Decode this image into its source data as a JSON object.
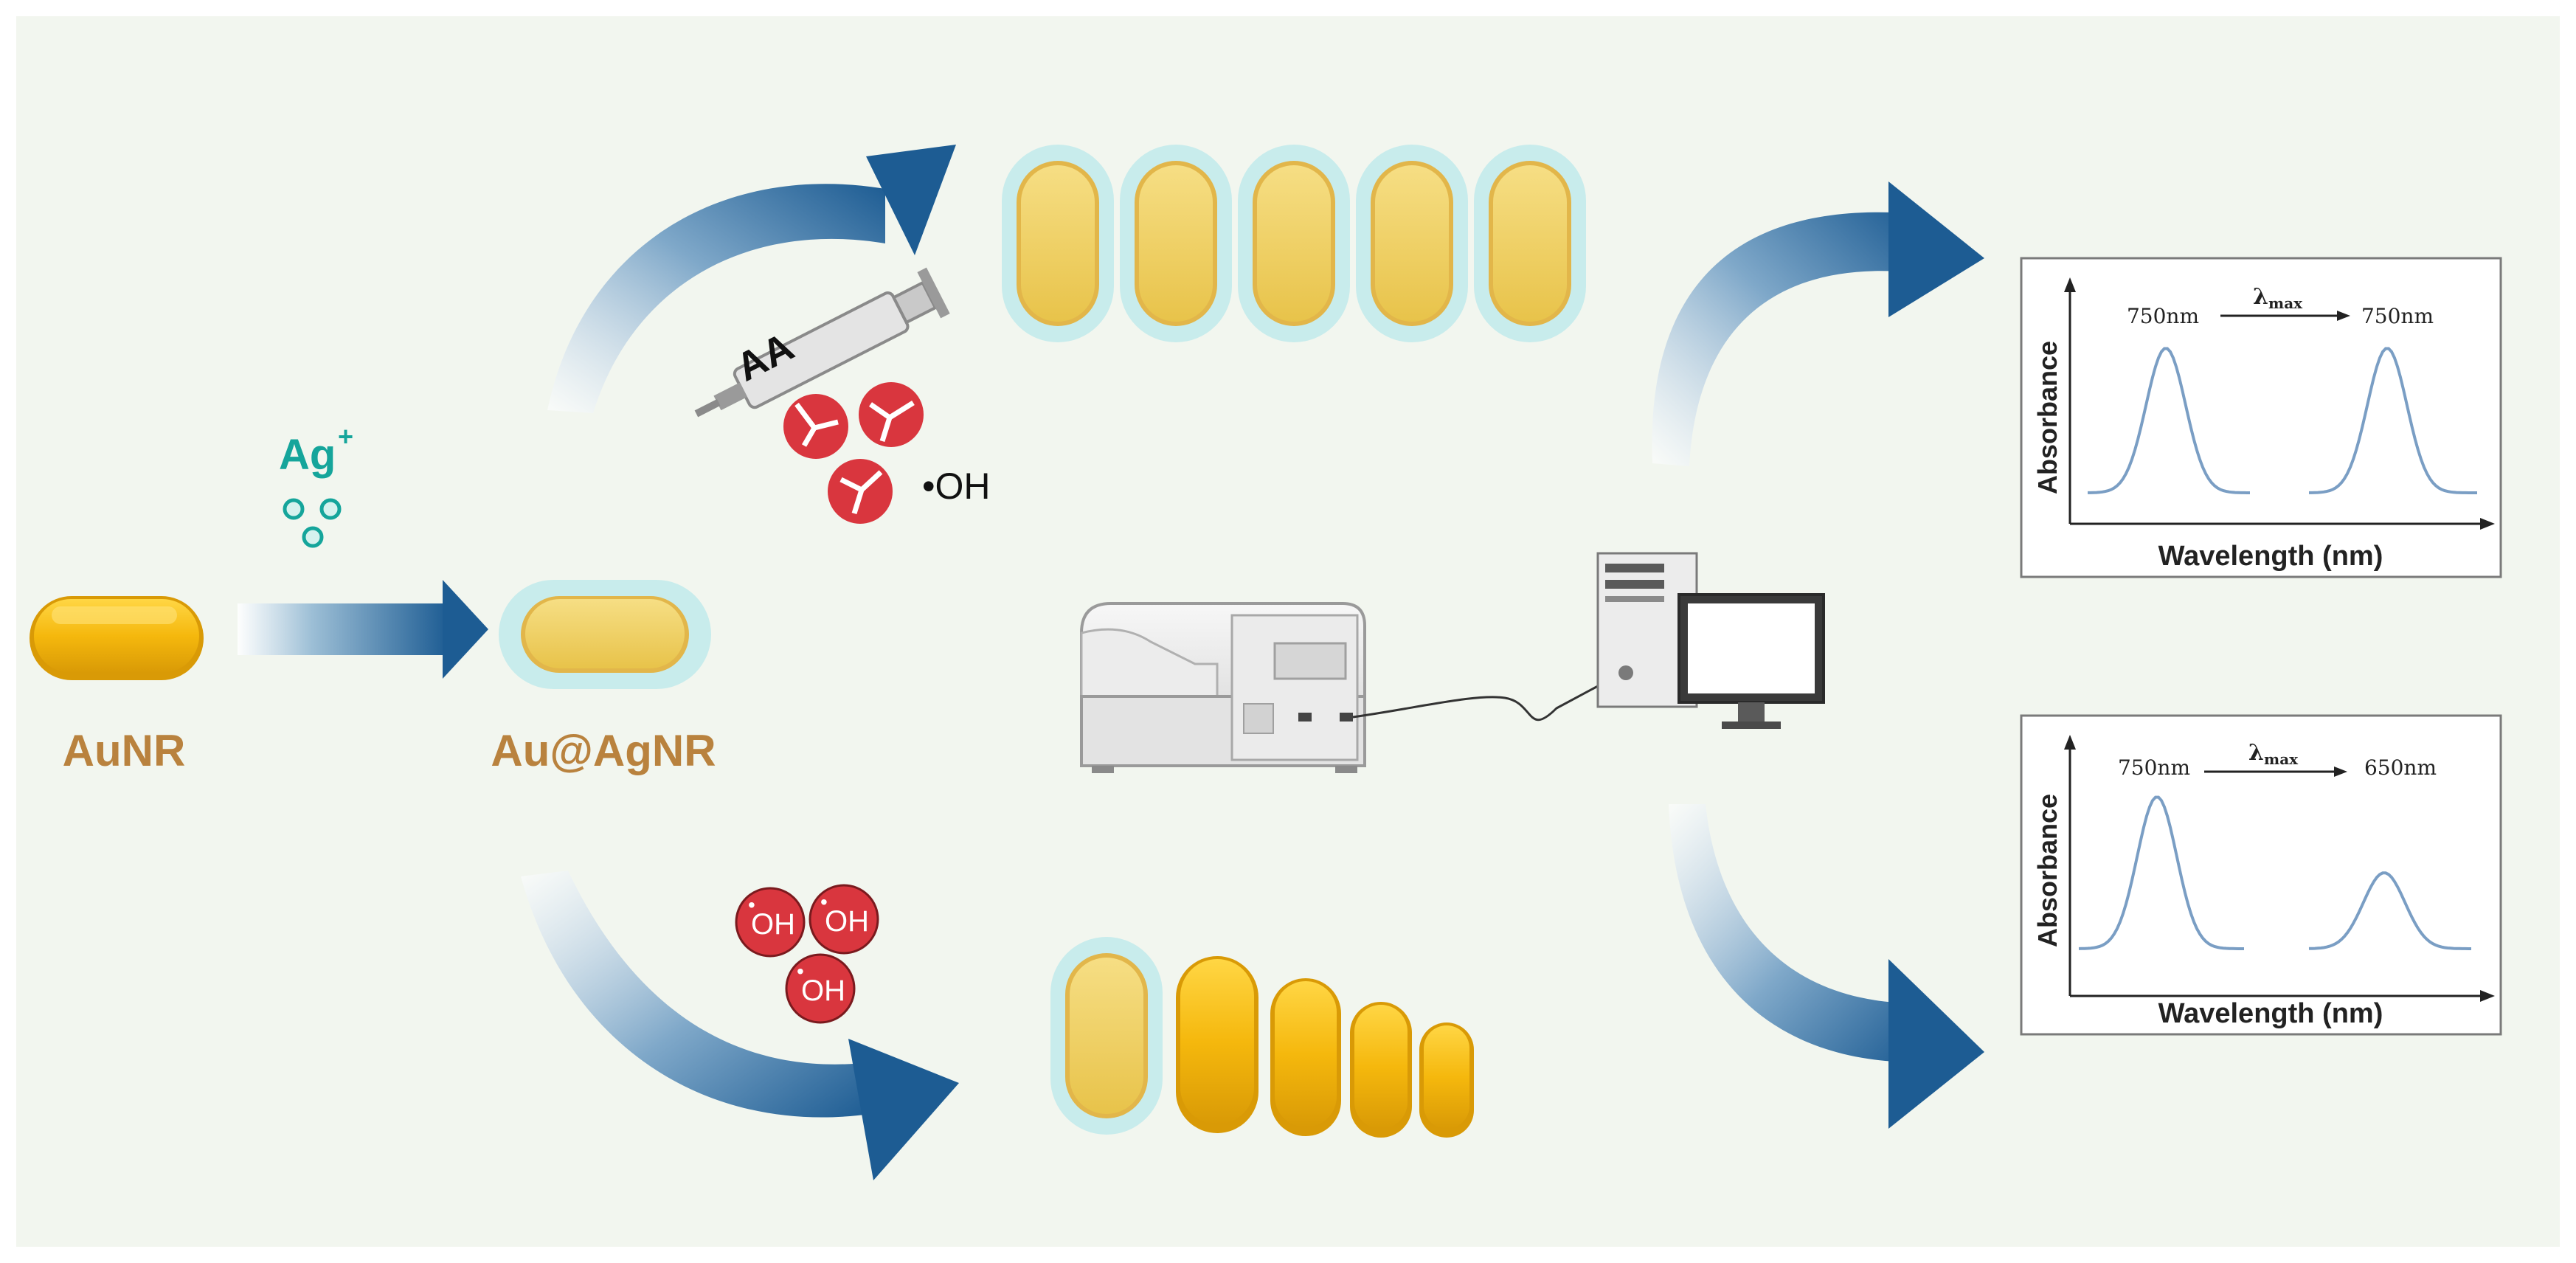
{
  "colors": {
    "background": "#f2f6ef",
    "arrow_blue": "#1d5c93",
    "arrow_light": "#c9ddea",
    "gold": "#f5b80d",
    "gold_dark": "#d99a06",
    "gold_light": "#f6d45c",
    "shell": "#c8ecec",
    "label_brown": "#b9823e",
    "ag_teal": "#15a59b",
    "radical_red": "#d9363e",
    "curve_blue": "#7a9ec4"
  },
  "labels": {
    "aunr": "AuNR",
    "au_ag_nr": "Au@AgNR",
    "ag_ion": "Ag",
    "ag_charge": "+",
    "syringe_reagent": "AA",
    "radical_oh": "•OH",
    "radical_oh_tag": "OH",
    "radical_dot": "•"
  },
  "spectra": {
    "top": {
      "left_peak_label": "750nm",
      "right_peak_label": "750nm",
      "lambda": "λ",
      "lambda_sub": "max",
      "y_axis": "Absorbance",
      "x_axis": "Wavelength (nm)",
      "right_peak_relative_height": 1.0
    },
    "bottom": {
      "left_peak_label": "750nm",
      "right_peak_label": "650nm",
      "lambda": "λ",
      "lambda_sub": "max",
      "y_axis": "Absorbance",
      "x_axis": "Wavelength (nm)",
      "right_peak_relative_height": 0.5
    }
  },
  "icons": {
    "syringe": "syringe-icon",
    "instrument": "spectrophotometer-icon",
    "computer": "desktop-computer-icon"
  }
}
